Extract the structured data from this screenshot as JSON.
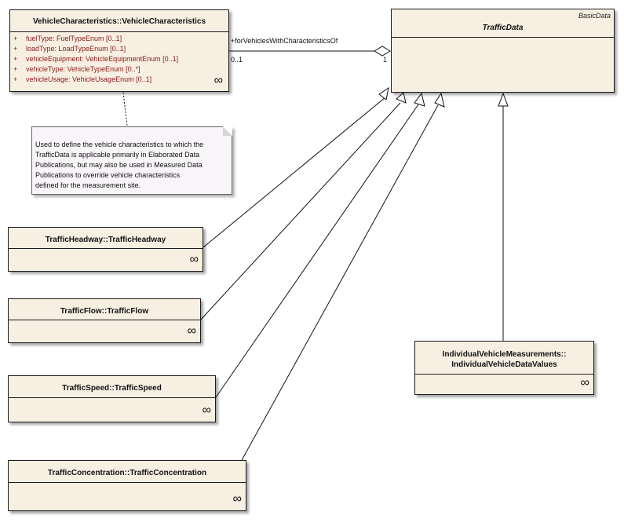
{
  "classes": {
    "vehicle_characteristics": {
      "name": "VehicleCharacteristics::VehicleCharacteristics",
      "attributes": [
        {
          "vis": "+",
          "text": "fuelType:  FuelTypeEnum [0..1]"
        },
        {
          "vis": "+",
          "text": "loadType:  LoadTypeEnum [0..1]"
        },
        {
          "vis": "+",
          "text": "vehicleEquipment:  VehicleEquipmentEnum [0..1]"
        },
        {
          "vis": "+",
          "text": "vehicleType:  VehicleTypeEnum [0..*]"
        },
        {
          "vis": "+",
          "text": "vehicleUsage:  VehicleUsageEnum [0..1]"
        }
      ]
    },
    "traffic_data": {
      "name": "TrafficData",
      "stereotype": "BasicData"
    },
    "traffic_headway": {
      "name": "TrafficHeadway::TrafficHeadway"
    },
    "traffic_flow": {
      "name": "TrafficFlow::TrafficFlow"
    },
    "traffic_speed": {
      "name": "TrafficSpeed::TrafficSpeed"
    },
    "traffic_concentration": {
      "name": "TrafficConcentration::TrafficConcentration"
    },
    "individual_vehicle": {
      "name_line1": "IndividualVehicleMeasurements::",
      "name_line2": "IndividualVehicleDataValues"
    }
  },
  "note": {
    "lines": [
      "Used to define the vehicle characteristics to which the",
      "TrafficData is applicable primarily in Elaborated Data",
      "Publications, but may also be used in Measured Data",
      "Publications to override vehicle characteristics",
      "defined for the measurement site."
    ]
  },
  "association": {
    "role": "+forVehiclesWithCharacteristicsOf",
    "source_multiplicity": "0..1",
    "target_multiplicity": "1"
  },
  "symbols": {
    "composite_icon": "∞"
  },
  "colors": {
    "class_fill": "#f7efe2",
    "attribute_text": "#8b1a1a",
    "note_fill": "#f8f5f8"
  }
}
